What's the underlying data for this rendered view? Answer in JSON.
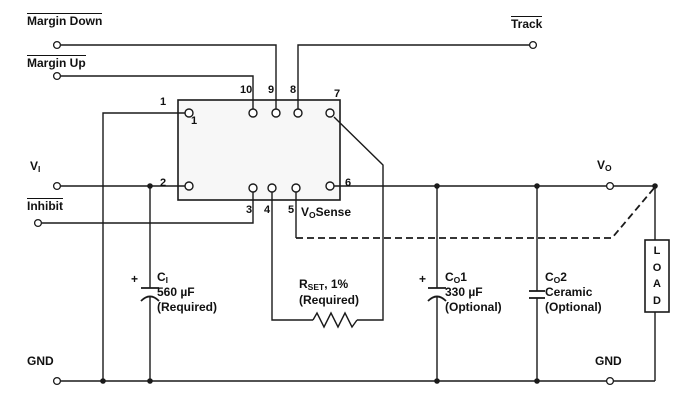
{
  "colors": {
    "wire": "#1a1a1a",
    "module_fill": "#f7f7f7",
    "background": "#ffffff"
  },
  "signals": {
    "margin_down": "Margin Down",
    "margin_up": "Margin Up",
    "track": "Track",
    "inhibit": "Inhibit",
    "vin_base": "V",
    "vin_sub": "I",
    "vout_base": "V",
    "vout_sub": "O",
    "vout_sense_base": "V",
    "vout_sense_sub": "O",
    "vout_sense_rest": "Sense",
    "gnd_left": "GND",
    "gnd_right": "GND"
  },
  "module": {
    "pin_labels": {
      "p1_outer": "1",
      "p1_inner": "1",
      "p2": "2",
      "p3": "3",
      "p4": "4",
      "p5": "5",
      "p6": "6",
      "p7": "7",
      "p8": "8",
      "p9": "9",
      "p10": "10"
    }
  },
  "components": {
    "ci": {
      "polarity": "+",
      "name_base": "C",
      "name_sub": "I",
      "value": "560 µF",
      "note": "(Required)"
    },
    "rset": {
      "name_base": "R",
      "name_sub": "SET",
      "name_rest": ", 1%",
      "note": "(Required)"
    },
    "co1": {
      "polarity": "+",
      "name_base": "C",
      "name_sub": "O",
      "name_rest": "1",
      "value": "330 µF",
      "note": "(Optional)"
    },
    "co2": {
      "name_base": "C",
      "name_sub": "O",
      "name_rest": "2",
      "value": "Ceramic",
      "note": "(Optional)"
    },
    "load": {
      "letters": [
        "L",
        "O",
        "A",
        "D"
      ]
    }
  }
}
